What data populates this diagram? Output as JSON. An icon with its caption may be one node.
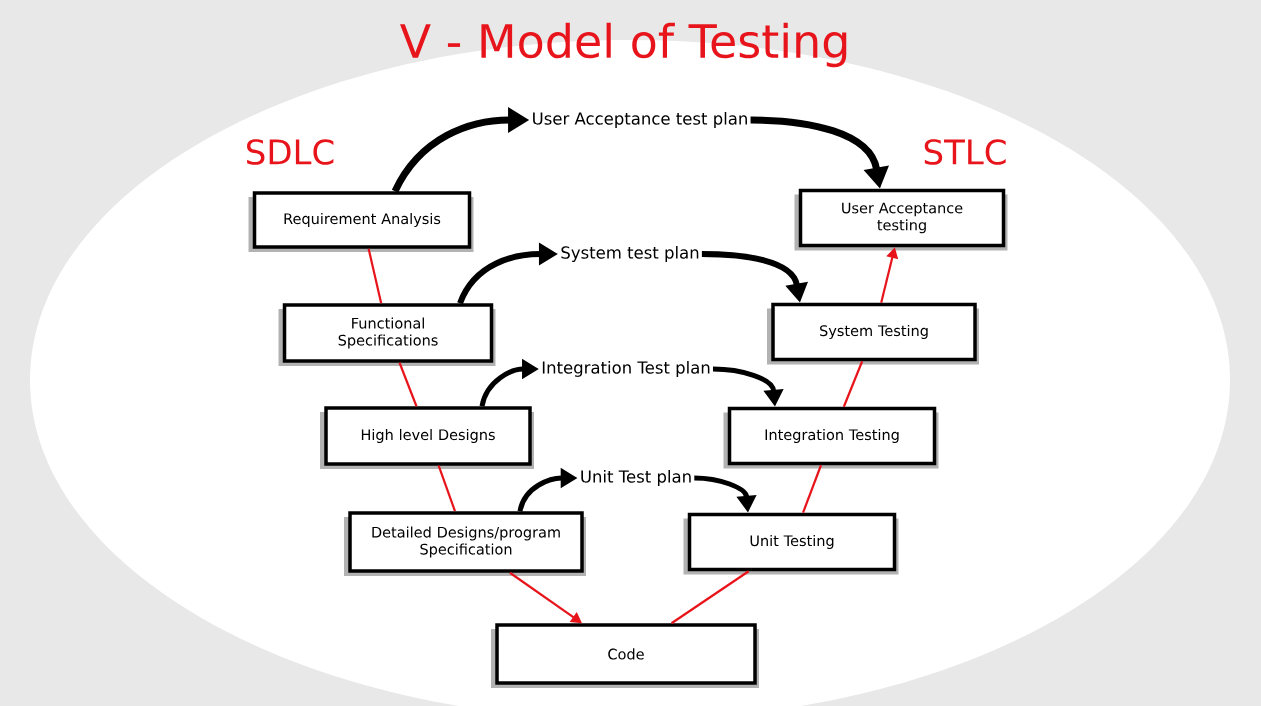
{
  "diagram": {
    "title": "V - Model of Testing",
    "nodes": [
      {
        "text": [
          "Requirement Analysis"
        ]
      },
      {
        "text": [
          "Functional Specifications"
        ]
      },
      {
        "text": [
          "High level Designs"
        ]
      },
      {
        "text": [
          "Detailed Designs/program Specification"
        ]
      },
      {
        "text": [
          "Code"
        ]
      },
      {
        "text": [
          "Unit Testing"
        ]
      },
      {
        "text": [
          "Integration Testing"
        ]
      },
      {
        "text": [
          "System Testing"
        ]
      },
      {
        "text": [
          "User Acceptance testing"
        ]
      },
      {
        "text": [
          "User Acceptance test plan"
        ]
      },
      {
        "text": [
          "System test plan"
        ]
      },
      {
        "text": [
          "Integration Test plan"
        ]
      },
      {
        "text": [
          "Unit Test plan"
        ]
      }
    ],
    "edges": [
      {
        "from": 0,
        "to": 1,
        "arrow": "none",
        "color": "#e8141b"
      },
      {
        "from": 1,
        "to": 2,
        "arrow": "none",
        "color": "#e8141b"
      },
      {
        "from": 2,
        "to": 3,
        "arrow": "none",
        "color": "#e8141b"
      },
      {
        "from": 3,
        "to": 4,
        "arrow": "to",
        "color": "#e8141b"
      },
      {
        "from": 4,
        "to": 5,
        "arrow": "none",
        "color": "#e8141b"
      },
      {
        "from": 5,
        "to": 6,
        "arrow": "none",
        "color": "#e8141b"
      },
      {
        "from": 6,
        "to": 7,
        "arrow": "none",
        "color": "#e8141b"
      },
      {
        "from": 7,
        "to": 8,
        "arrow": "to",
        "color": "#e8141b"
      },
      {
        "from": 0,
        "to": 9,
        "arrow": "to",
        "style": "thick",
        "color": "#000000"
      },
      {
        "from": 9,
        "to": 8,
        "arrow": "to",
        "style": "thick",
        "color": "#000000"
      },
      {
        "from": 1,
        "to": 10,
        "arrow": "to",
        "style": "thick",
        "color": "#000000"
      },
      {
        "from": 10,
        "to": 7,
        "arrow": "to",
        "style": "thick",
        "color": "#000000"
      },
      {
        "from": 2,
        "to": 11,
        "arrow": "to",
        "style": "thick",
        "color": "#000000"
      },
      {
        "from": 11,
        "to": 6,
        "arrow": "to",
        "style": "thick",
        "color": "#000000"
      },
      {
        "from": 3,
        "to": 12,
        "arrow": "to",
        "style": "thick",
        "color": "#000000"
      },
      {
        "from": 12,
        "to": 5,
        "arrow": "to",
        "style": "thick",
        "color": "#000000"
      }
    ],
    "labels": [
      "SDLC",
      "STLC"
    ]
  }
}
